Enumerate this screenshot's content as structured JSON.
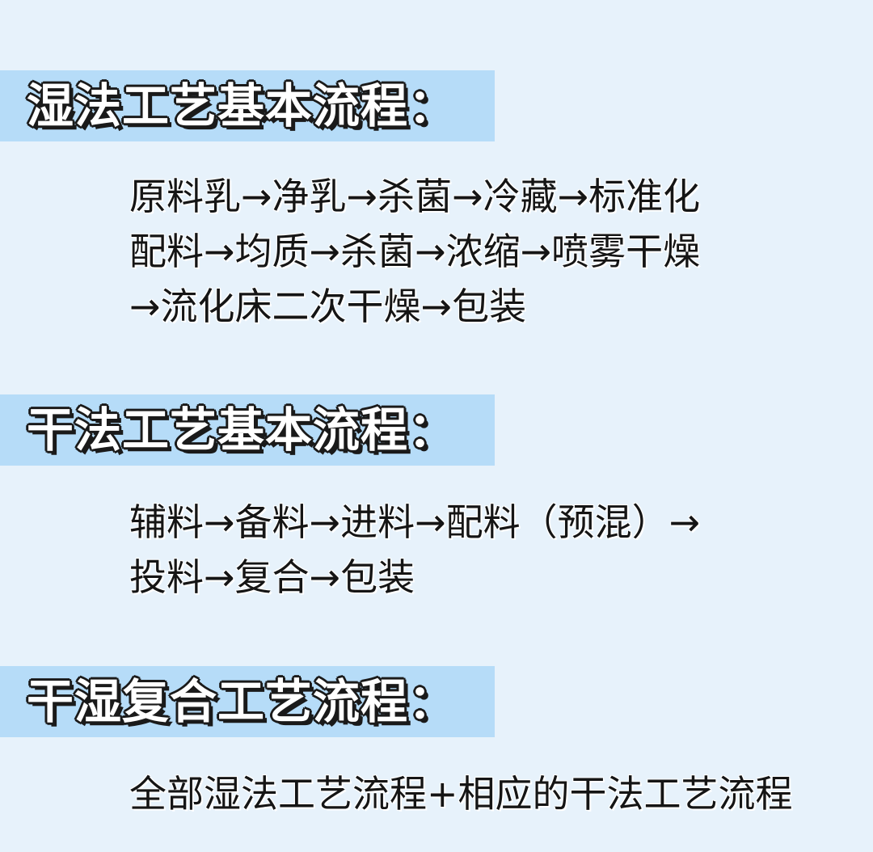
{
  "sections": [
    {
      "heading": "湿法工艺基本流程：",
      "lines": [
        "原料乳→净乳→杀菌→冷藏→标准化",
        "配料→均质→杀菌→浓缩→喷雾干燥",
        "→流化床二次干燥→包装"
      ]
    },
    {
      "heading": "干法工艺基本流程：",
      "lines": [
        "辅料→备料→进料→配料（预混）→",
        "投料→复合→包装"
      ]
    },
    {
      "heading": "干湿复合工艺流程：",
      "lines": [
        "全部湿法工艺流程+相应的干法工艺流程"
      ]
    }
  ],
  "colors": {
    "background": "#e7f2fb",
    "heading_band": "#b6dcf8",
    "heading_text": "#ffffff",
    "heading_outline": "#1a1a1a",
    "body_text": "#151515"
  }
}
